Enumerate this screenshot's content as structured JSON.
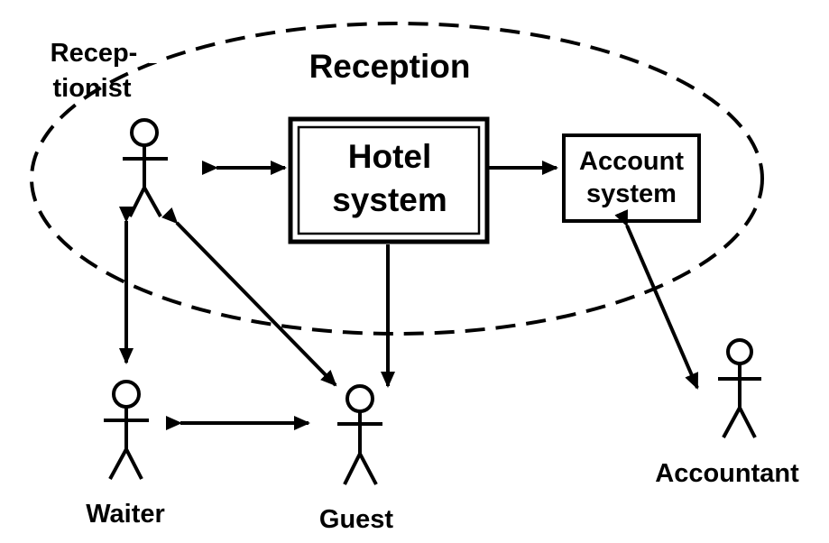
{
  "diagram": {
    "boundary_label": "Reception",
    "actors": {
      "receptionist": {
        "label_line1": "Recep-",
        "label_line2": "tionist"
      },
      "waiter": {
        "label": "Waiter"
      },
      "guest": {
        "label": "Guest"
      },
      "accountant": {
        "label": "Accountant"
      }
    },
    "systems": {
      "hotel": {
        "line1": "Hotel",
        "line2": "system"
      },
      "account": {
        "line1": "Account",
        "line2": "system"
      }
    },
    "colors": {
      "stroke": "#000000",
      "background": "#ffffff"
    }
  }
}
